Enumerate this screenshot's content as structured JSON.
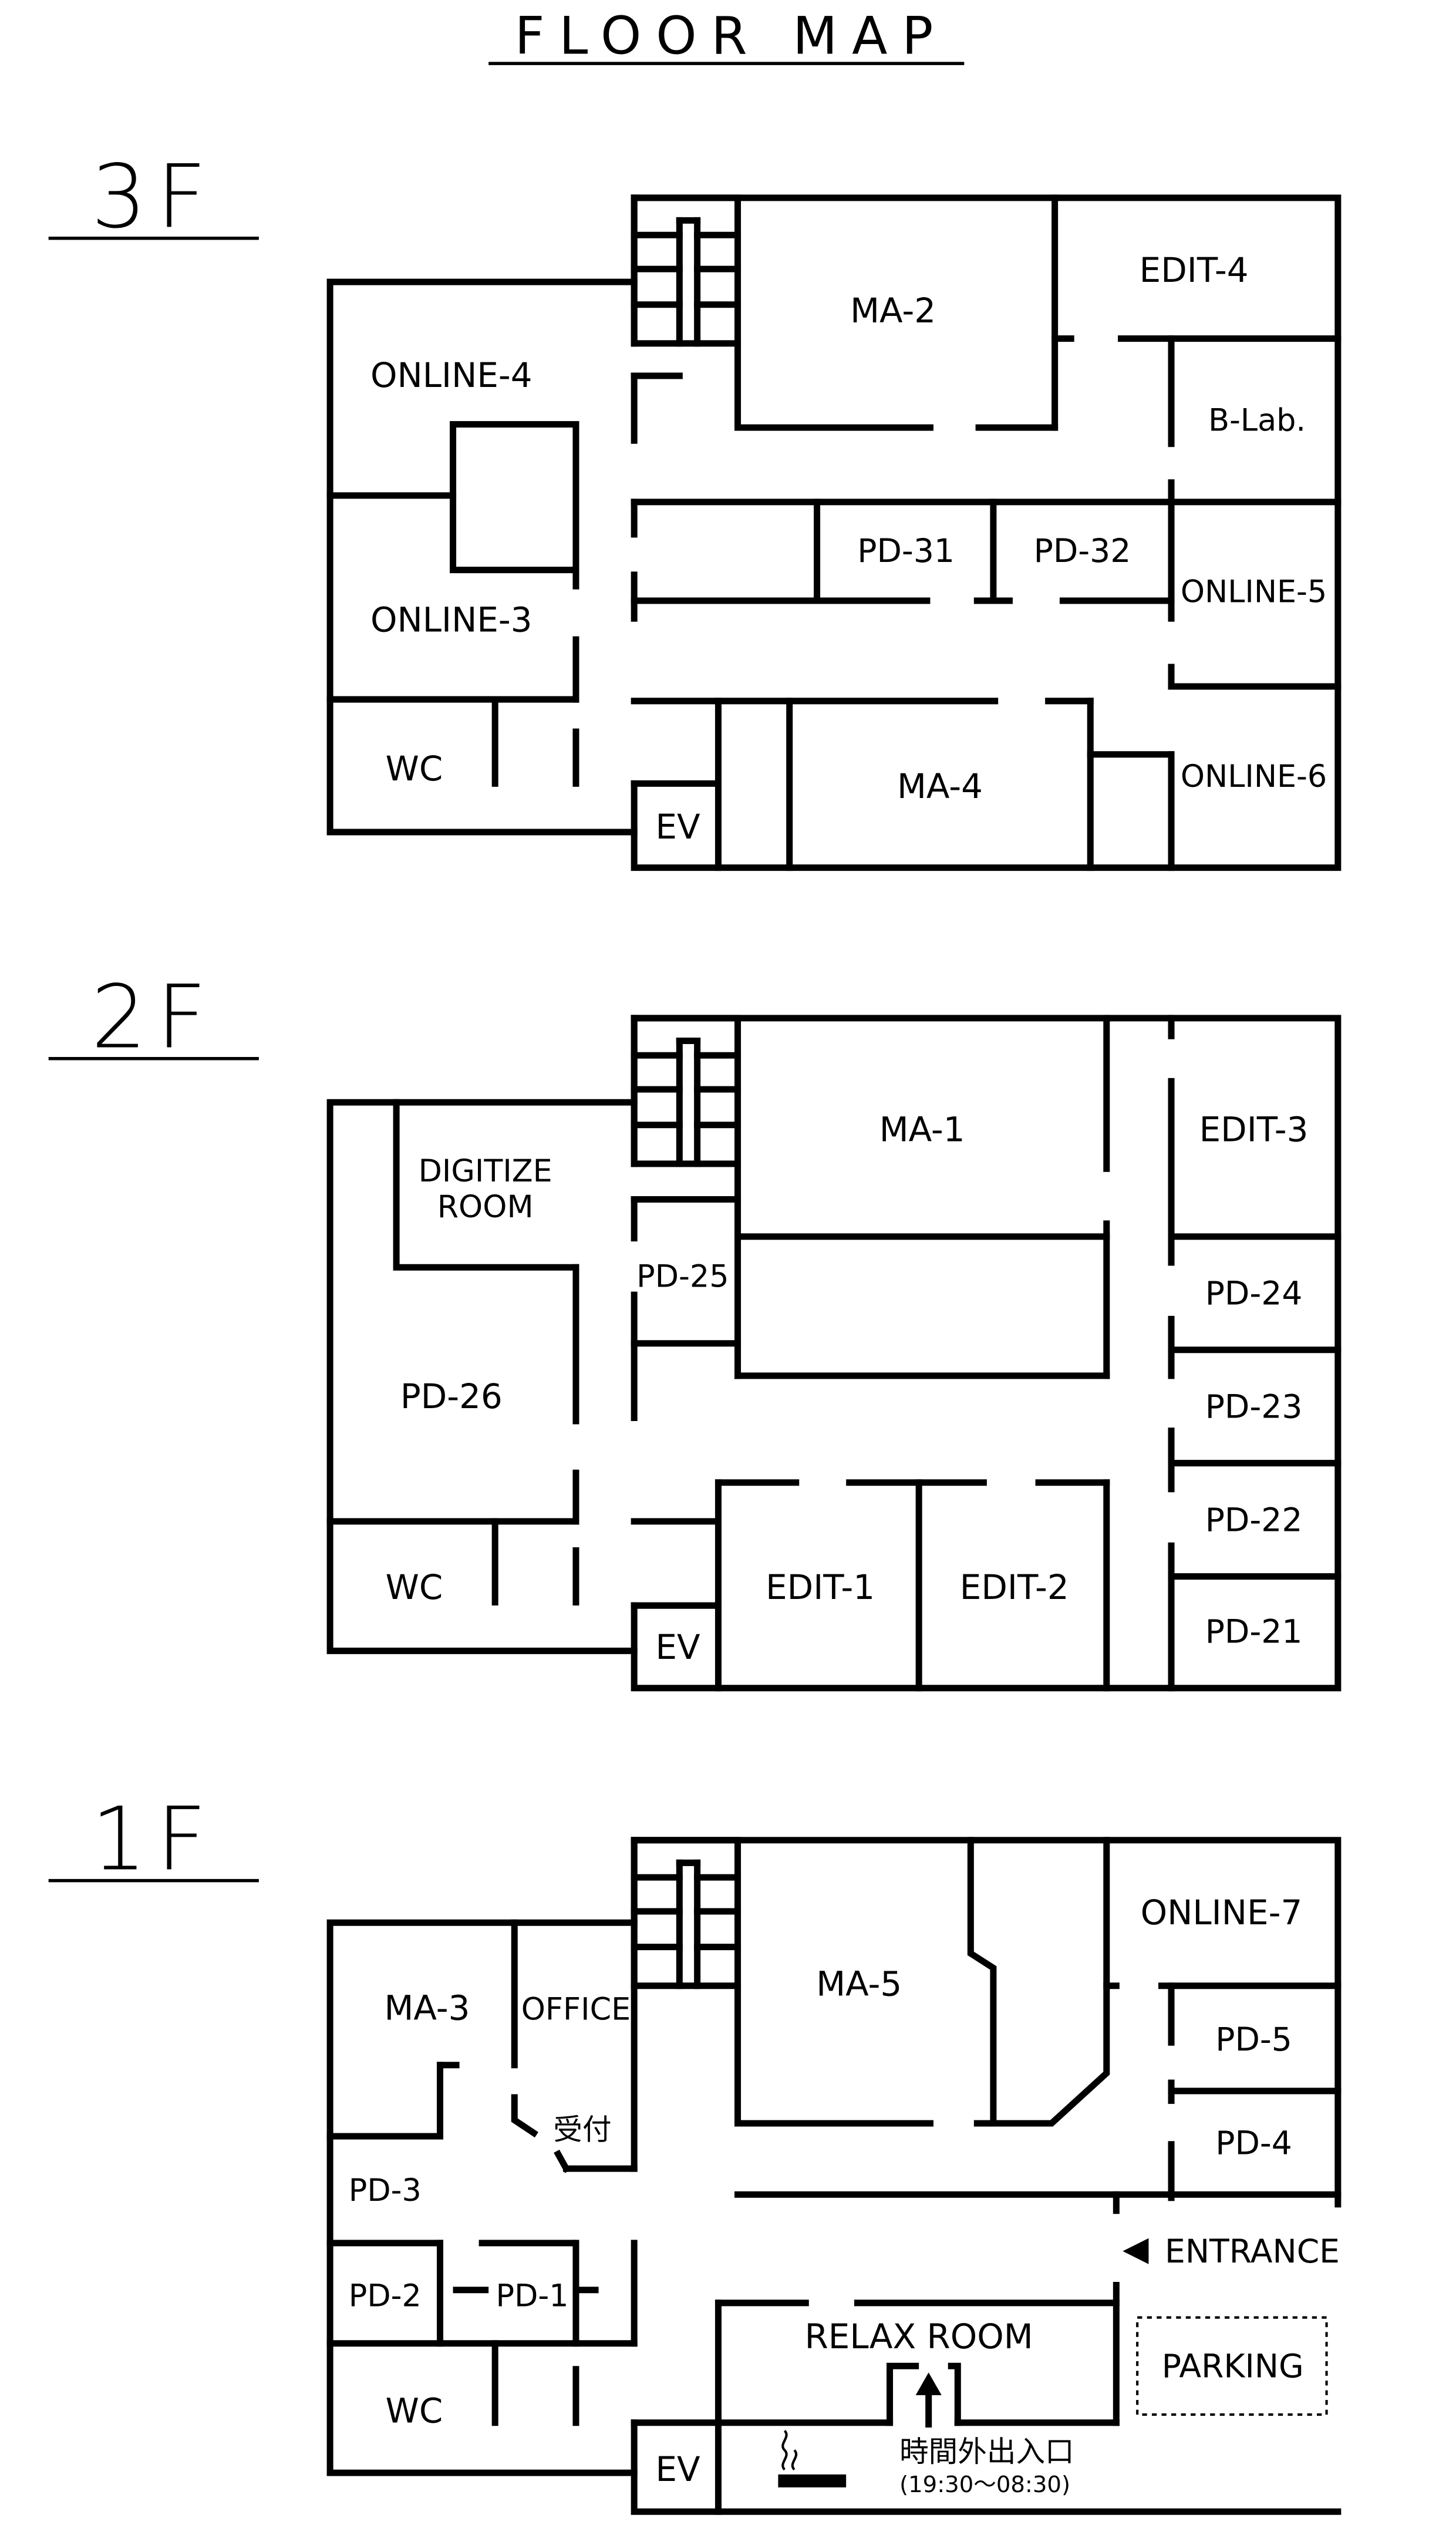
{
  "title": "FLOOR MAP",
  "floors": [
    {
      "label": "3F",
      "rooms": {
        "ma2": "MA-2",
        "edit4": "EDIT-4",
        "blab": "B-Lab.",
        "online4": "ONLINE-4",
        "online3": "ONLINE-3",
        "pd31": "PD-31",
        "pd32": "PD-32",
        "online5": "ONLINE-5",
        "online6": "ONLINE-6",
        "ma4": "MA-4",
        "wc": "WC",
        "ev": "EV"
      }
    },
    {
      "label": "2F",
      "rooms": {
        "digitize1": "DIGITIZE",
        "digitize2": "ROOM",
        "ma1": "MA-1",
        "edit3": "EDIT-3",
        "pd25": "PD-25",
        "pd24": "PD-24",
        "pd26": "PD-26",
        "pd23": "PD-23",
        "pd22": "PD-22",
        "pd21": "PD-21",
        "edit1": "EDIT-1",
        "edit2": "EDIT-2",
        "wc": "WC",
        "ev": "EV"
      }
    },
    {
      "label": "1F",
      "rooms": {
        "ma3": "MA-3",
        "office": "OFFICE",
        "reception": "受付",
        "ma5": "MA-5",
        "online7": "ONLINE-7",
        "pd5": "PD-5",
        "pd4": "PD-4",
        "pd3": "PD-3",
        "pd2": "PD-2",
        "pd1": "PD-1",
        "entrance": "ENTRANCE",
        "relax": "RELAX ROOM",
        "parking": "PARKING",
        "afterhours": "時間外出入口",
        "hours": "(19:30〜08:30)",
        "wc": "WC",
        "ev": "EV"
      }
    }
  ]
}
